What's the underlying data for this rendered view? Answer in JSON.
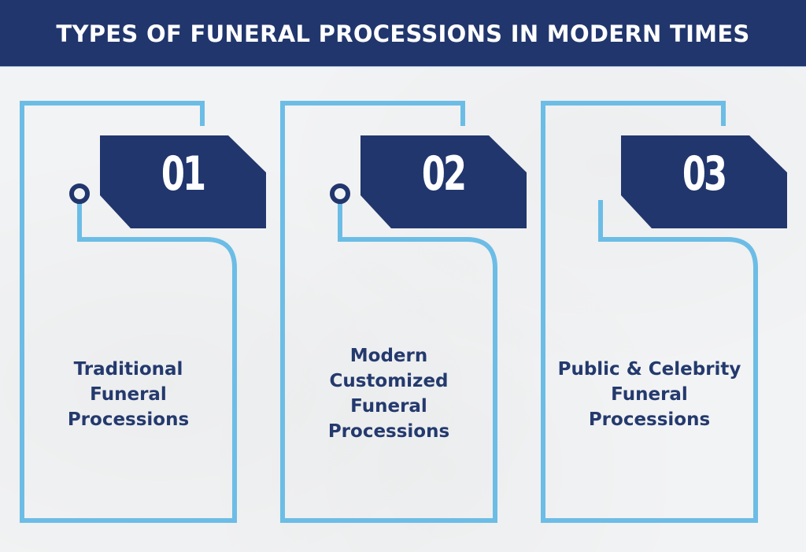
{
  "header": {
    "title": "TYPES OF FUNERAL PROCESSIONS IN MODERN TIMES"
  },
  "colors": {
    "navy": "#21366d",
    "light_blue": "#6cbde6",
    "text_navy": "#243a6e",
    "background": "#f2f3f4"
  },
  "cards": [
    {
      "number": "01",
      "label_lines": [
        "Traditional",
        "Funeral",
        "Processions"
      ]
    },
    {
      "number": "02",
      "label_lines": [
        "Modern",
        "Customized",
        "Funeral",
        "Processions"
      ]
    },
    {
      "number": "03",
      "label_lines": [
        "Public & Celebrity",
        "Funeral",
        "Processions"
      ]
    }
  ]
}
